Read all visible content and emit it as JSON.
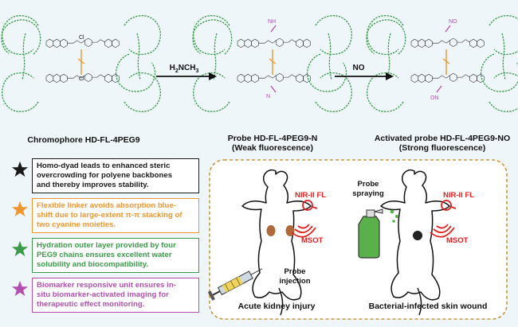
{
  "colors": {
    "black": "#1a1a1a",
    "orange": "#f0962e",
    "green": "#3a9a49",
    "purple": "#b24fb0",
    "red": "#e02020",
    "panel_border": "#c8963c",
    "background": "#eef6f9"
  },
  "compounds": {
    "chromophore": "Chromophore HD-FL-4PEG9",
    "probe": "Probe HD-FL-4PEG9-N",
    "probe_sub": "(Weak fluorescence)",
    "activated": "Activated probe HD-FL-4PEG9-NO",
    "activated_sub": "(Strong fluorescence)"
  },
  "reactions": {
    "step1_reagent": "H",
    "step1_sub1": "2",
    "step1_mid": "NCH",
    "step1_sub2": "3",
    "step2_reagent": "NO"
  },
  "structure_labels": {
    "cl": "Cl",
    "nh": "NH",
    "no": "NO",
    "n": "N",
    "on": "ON"
  },
  "features": [
    {
      "star_color": "black",
      "lines": [
        "Homo-dyad leads to enhanced steric",
        "overcrowding for polyene backbones",
        "and thereby improves stability."
      ]
    },
    {
      "star_color": "orange",
      "lines": [
        "Flexible linker avoids absorption blue-",
        "shift due to large-extent π-π stacking of",
        "two cyanine moieties."
      ]
    },
    {
      "star_color": "green",
      "lines": [
        "Hydration outer layer provided by four",
        "PEG9 chains ensures excellent water",
        "solubility and biocompatibility."
      ]
    },
    {
      "star_color": "purple",
      "lines": [
        "Biomarker responsive unit ensures in-",
        "situ biomarker-activated imaging for",
        "therapeutic effect monitoring."
      ]
    }
  ],
  "applications": {
    "left": {
      "nir": "NIR-II FL",
      "msot": "MSOT",
      "probe_injection": [
        "Probe",
        "injection"
      ],
      "caption": "Acute kidney injury"
    },
    "right": {
      "nir": "NIR-II FL",
      "msot": "MSOT",
      "probe_spraying": [
        "Probe",
        "spraying"
      ],
      "caption": "Bacterial-infected skin wound"
    }
  }
}
